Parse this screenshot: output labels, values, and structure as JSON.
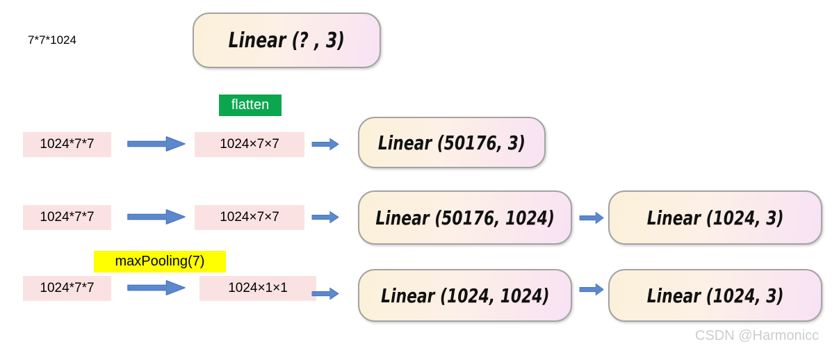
{
  "header": {
    "input_shape_label": "7*7*1024",
    "question_box_label": "Linear (? , 3)"
  },
  "badges": {
    "flatten": {
      "label": "flatten",
      "bg_color": "#0ca64f",
      "text_color": "#ffffff"
    },
    "max_pooling": {
      "label": "maxPooling(7)",
      "bg_color": "#ffff00",
      "text_color": "#000000"
    }
  },
  "rows": [
    {
      "input": "1024*7*7",
      "transformed": "1024×7×7",
      "layers": [
        "Linear (50176, 3)"
      ]
    },
    {
      "input": "1024*7*7",
      "transformed": "1024×7×7",
      "layers": [
        "Linear (50176, 1024)",
        "Linear (1024, 3)"
      ]
    },
    {
      "input": "1024*7*7",
      "transformed": "1024×1×1",
      "layers": [
        "Linear (1024, 1024)",
        "Linear (1024, 3)"
      ]
    }
  ],
  "colors": {
    "pink_box_bg": "#fbe2e2",
    "linear_box_gradient_start": "#fbf1d9",
    "linear_box_gradient_end": "#f7e2f4",
    "linear_box_border": "#a3a3a3",
    "arrow_fill": "#5c88cc",
    "arrow_stroke": "#4a77c4"
  },
  "watermark": {
    "text": "CSDN @Harmonicc",
    "color": "#cdcdcd"
  }
}
